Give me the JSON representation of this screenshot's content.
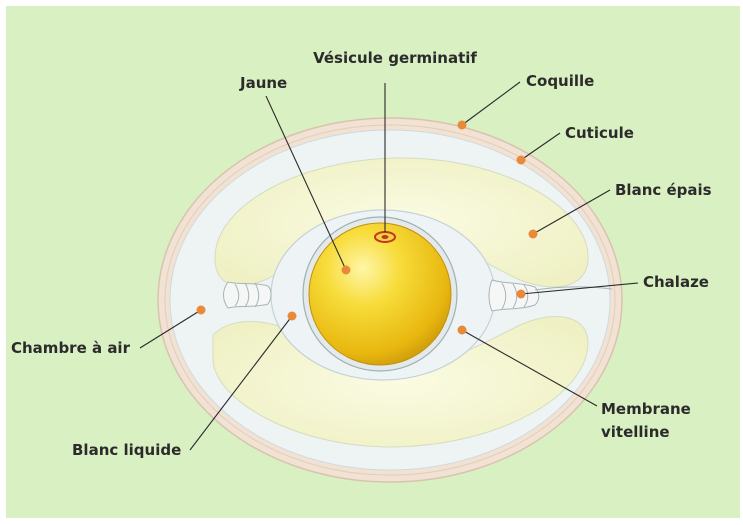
{
  "diagram": {
    "background_color": "#d9f0c2",
    "labels": {
      "vesicule": "Vésicule germinatif",
      "jaune": "Jaune",
      "coquille": "Coquille",
      "cuticule": "Cuticule",
      "blanc_epais": "Blanc épais",
      "chalaze": "Chalaze",
      "chambre_air": "Chambre à air",
      "blanc_liquide": "Blanc liquide",
      "membrane_line1": "Membrane",
      "membrane_line2": "vitelline"
    },
    "colors": {
      "yolk": "#f2c51a",
      "thick_white": "#f6f7d4",
      "thin_white": "#e9f0f2",
      "shell": "#f3e4d6",
      "marker": "#e98a3a"
    }
  }
}
